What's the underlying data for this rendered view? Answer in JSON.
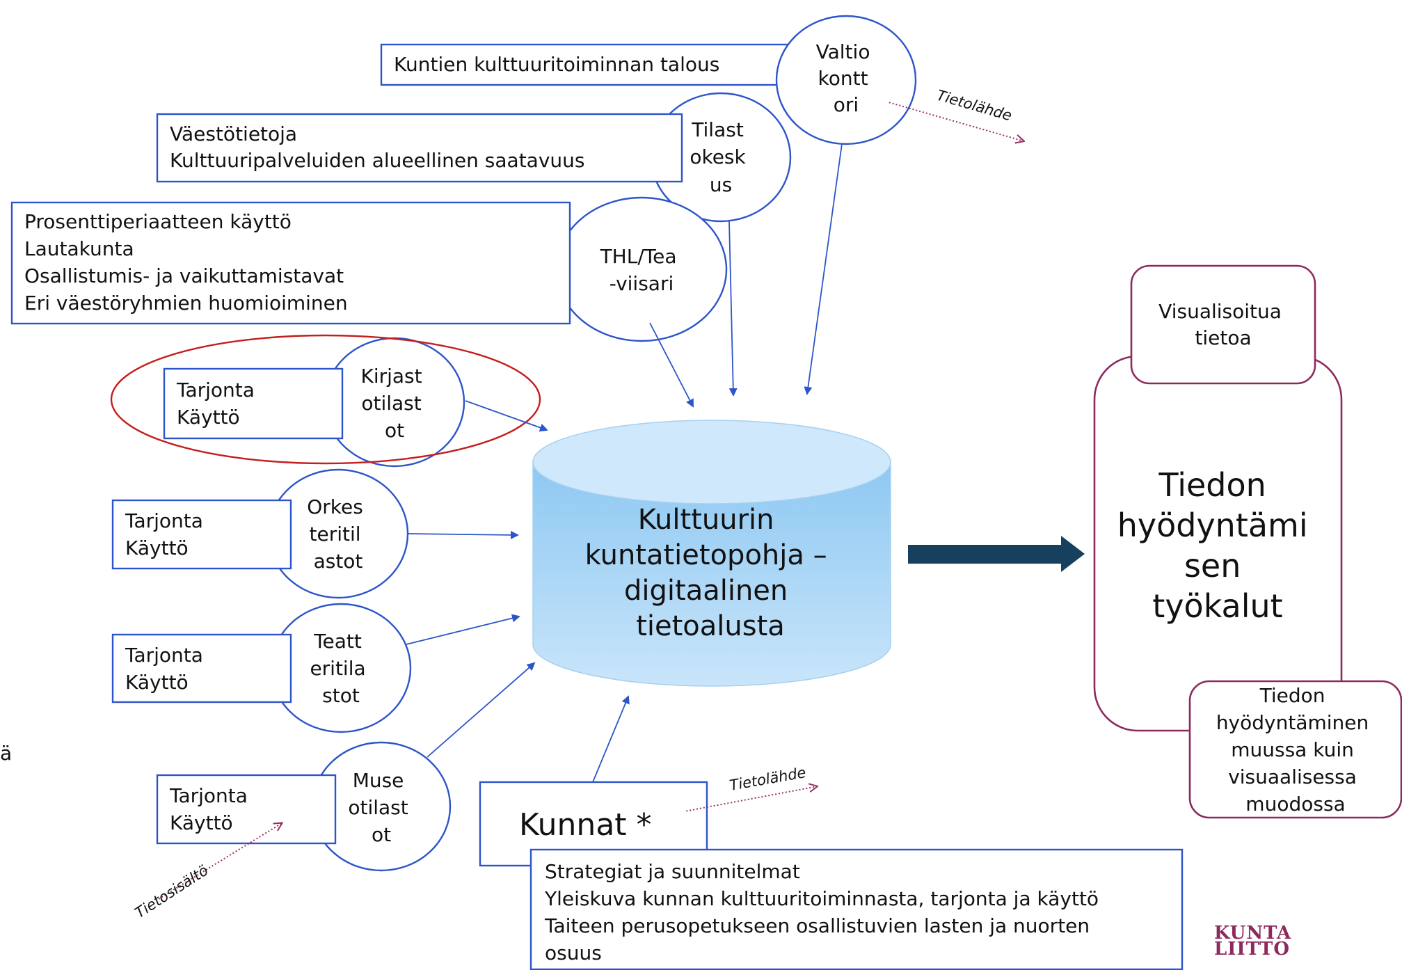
{
  "sources": {
    "valtiokonttori": {
      "circle_lines": [
        "Valtio",
        "kontt",
        "ori"
      ],
      "box_lines": [
        "Kuntien kulttuuritoiminnan talous"
      ]
    },
    "tilastokeskus": {
      "circle_lines": [
        "Tilast",
        "okesk",
        "us"
      ],
      "box_lines": [
        "Väestötietoja",
        "Kulttuuripalveluiden alueellinen saatavuus"
      ]
    },
    "thl": {
      "circle_lines": [
        "THL/Tea",
        "-viisari"
      ],
      "box_lines": [
        "Prosenttiperiaatteen käyttö",
        "Lautakunta",
        "Osallistumis- ja vaikuttamistavat",
        "Eri väestöryhmien huomioiminen"
      ]
    },
    "kirjasto": {
      "circle_lines": [
        "Kirjast",
        "otilast",
        "ot"
      ],
      "box_lines": [
        "Tarjonta",
        "Käyttö"
      ]
    },
    "orkesteri": {
      "circle_lines": [
        "Orkes",
        "teritil",
        "astot"
      ],
      "box_lines": [
        "Tarjonta",
        "Käyttö"
      ]
    },
    "teatteri": {
      "circle_lines": [
        "Teatt",
        "eritila",
        "stot"
      ],
      "box_lines": [
        "Tarjonta",
        "Käyttö"
      ]
    },
    "museo": {
      "circle_lines": [
        "Muse",
        "otilast",
        "ot"
      ],
      "box_lines": [
        "Tarjonta",
        "Käyttö"
      ]
    }
  },
  "database": {
    "lines": [
      "Kulttuurin",
      "kuntatietopohja –",
      "digitaalinen",
      "tietoalusta"
    ]
  },
  "tools": {
    "main_lines": [
      "Tiedon",
      "hyödyntämi",
      "sen",
      "työkalut"
    ],
    "visual_lines": [
      "Visualisoitua",
      "tietoa"
    ],
    "other_lines": [
      "Tiedon",
      "hyödyntäminen",
      "muussa kuin",
      "visuaalisessa",
      "muodossa"
    ]
  },
  "kunnat": {
    "label": "Kunnat *",
    "box_lines": [
      "Strategiat ja suunnitelmat",
      "Yleiskuva  kunnan kulttuuritoiminnasta, tarjonta ja käyttö",
      "Taiteen perusopetukseen osallistuvien lasten ja nuorten",
      "osuus"
    ]
  },
  "annotations": {
    "tietolahde_top": "Tietolähde",
    "tietolahde_bottom": "Tietolähde",
    "tietosisalto": "Tietosisältö"
  },
  "edge_fragment": "ä",
  "logo": {
    "line1": "KUNTA",
    "line2": "LIITTO"
  },
  "colors": {
    "blue": "#2d55c9",
    "arrow_dark": "#17405f",
    "purple": "#8c2a5e",
    "red": "#c41e1e",
    "db_fill": "#b6dcf7",
    "db_top": "#cfe8fb"
  }
}
